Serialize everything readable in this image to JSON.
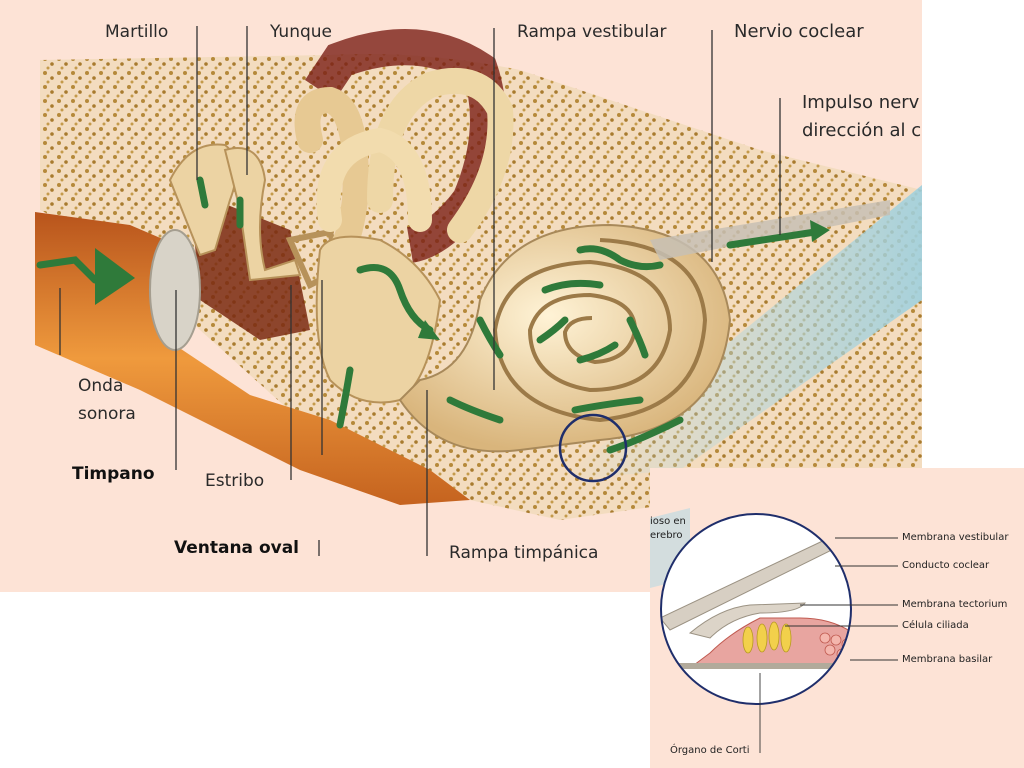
{
  "labels": {
    "martillo": "Martillo",
    "yunque": "Yunque",
    "rampa_vestibular": "Rampa vestibular",
    "nervio_coclear": "Nervio coclear",
    "impulso_line1": "Impulso nerv",
    "impulso_line2": "dirección al c",
    "onda_line1": "Onda",
    "onda_line2": "sonora",
    "timpano": "Timpano",
    "estribo": "Estribo",
    "ventana_oval": "Ventana oval",
    "rampa_timpanica": "Rampa timpánica"
  },
  "inset": {
    "left_line1": "ioso en",
    "left_line2": "erebro",
    "membrana_vestibular": "Membrana vestibular",
    "conducto_coclear": "Conducto coclear",
    "membrana_tectorium": "Membrana tectorium",
    "celula_ciliada": "Célula ciliada",
    "membrana_basilar": "Membrana basilar",
    "organo_de_corti": "Órgano de Corti"
  },
  "colors": {
    "background": "#fde3d6",
    "bone_dots": "#b5893a",
    "canal_orange": "#e0892e",
    "cochlea_cream": "#f2dcae",
    "arrow_green": "#2f7a3a",
    "highlight_circle": "#1f2e6b"
  }
}
